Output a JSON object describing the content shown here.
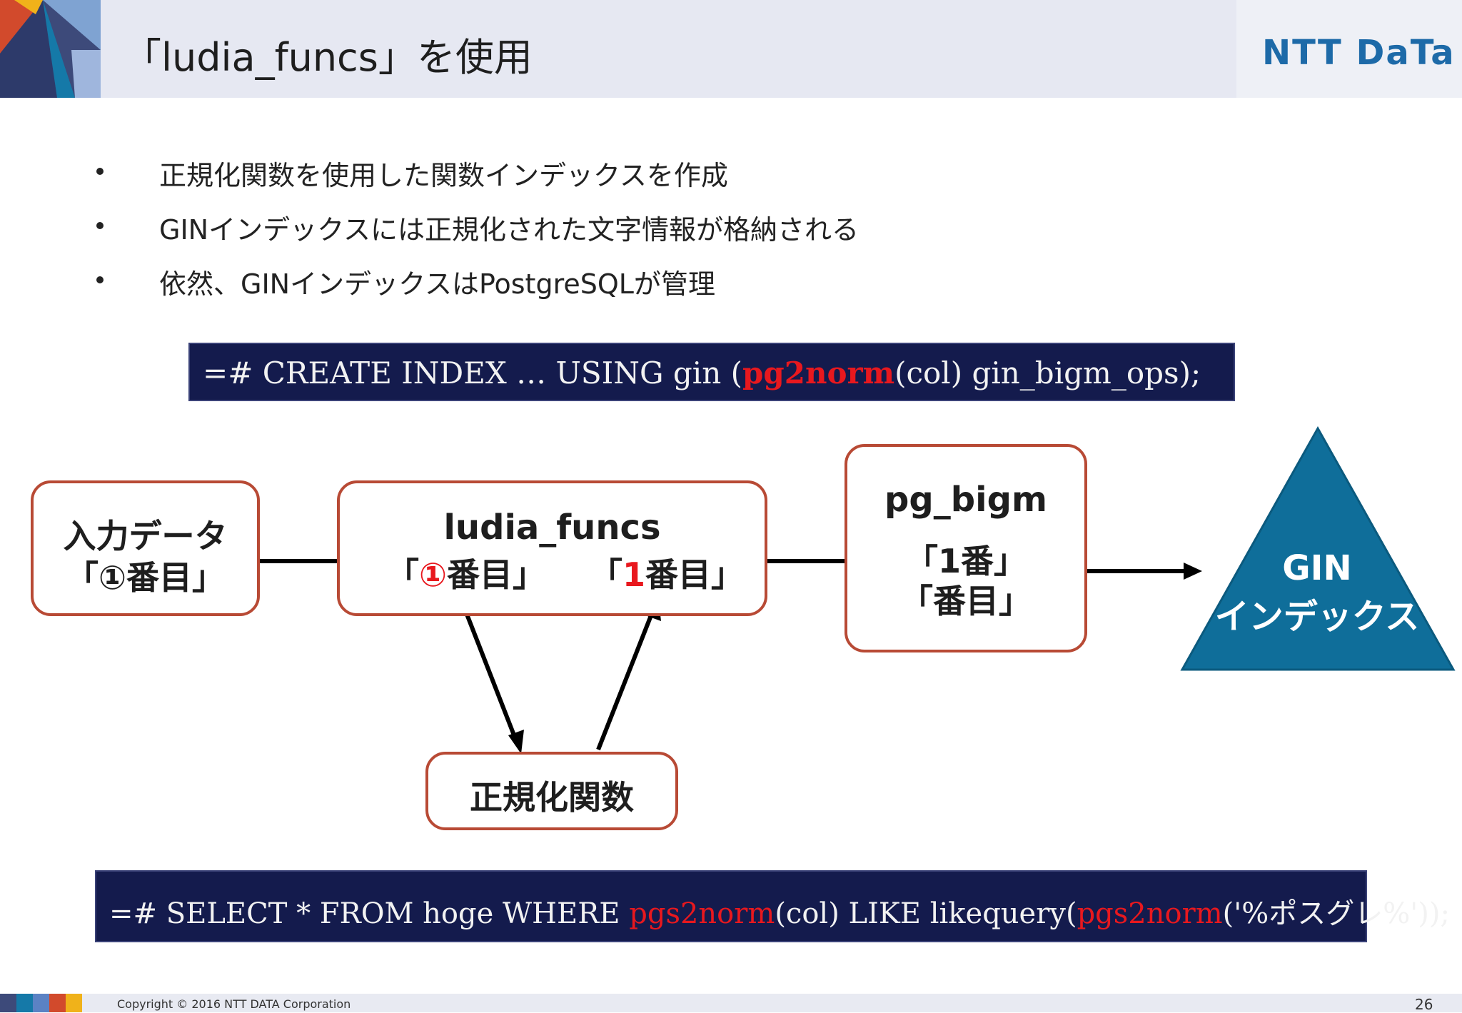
{
  "slide": {
    "title": "「ludia_funcs」を使用",
    "logo": "NTT DaTa"
  },
  "bullets": [
    "正規化関数を使用した関数インデックスを作成",
    "GINインデックスには正規化された文字情報が格納される",
    "依然、GINインデックスはPostgreSQLが管理"
  ],
  "code_create": {
    "prefix": "=# CREATE INDEX … USING gin (",
    "func": "pg2norm",
    "suffix": "(col) gin_bigm_ops);"
  },
  "diagram": {
    "input_box": {
      "line1": "入力データ",
      "line2": "「①番目」"
    },
    "ludia_box": {
      "line1": "ludia_funcs",
      "left_open": "「",
      "left_red": "①",
      "left_close": "番目」",
      "right_open": "「",
      "right_red": "1",
      "right_close": "番目」"
    },
    "bigm_box": {
      "line1": "pg_bigm",
      "line2": "「1番」",
      "line3": "「番目」"
    },
    "norm_box": {
      "line1": "正規化関数"
    },
    "gin": {
      "line1": "GIN",
      "line2": "インデックス"
    }
  },
  "code_select": {
    "part1": "=# SELECT * FROM hoge WHERE ",
    "func1": "pgs2norm",
    "part2": "(col) LIKE likequery(",
    "func2": "pgs2norm",
    "part3": "('%ポスグレ%'));"
  },
  "footer": {
    "copyright": "Copyright © 2016 NTT DATA Corporation",
    "page": "26"
  },
  "colors": {
    "accent_red": "#e8181e",
    "box_border": "#b84a35",
    "code_bg": "#141b4d",
    "gin_triangle": "#0f6e9a",
    "logo_blue": "#1d6aa8"
  }
}
